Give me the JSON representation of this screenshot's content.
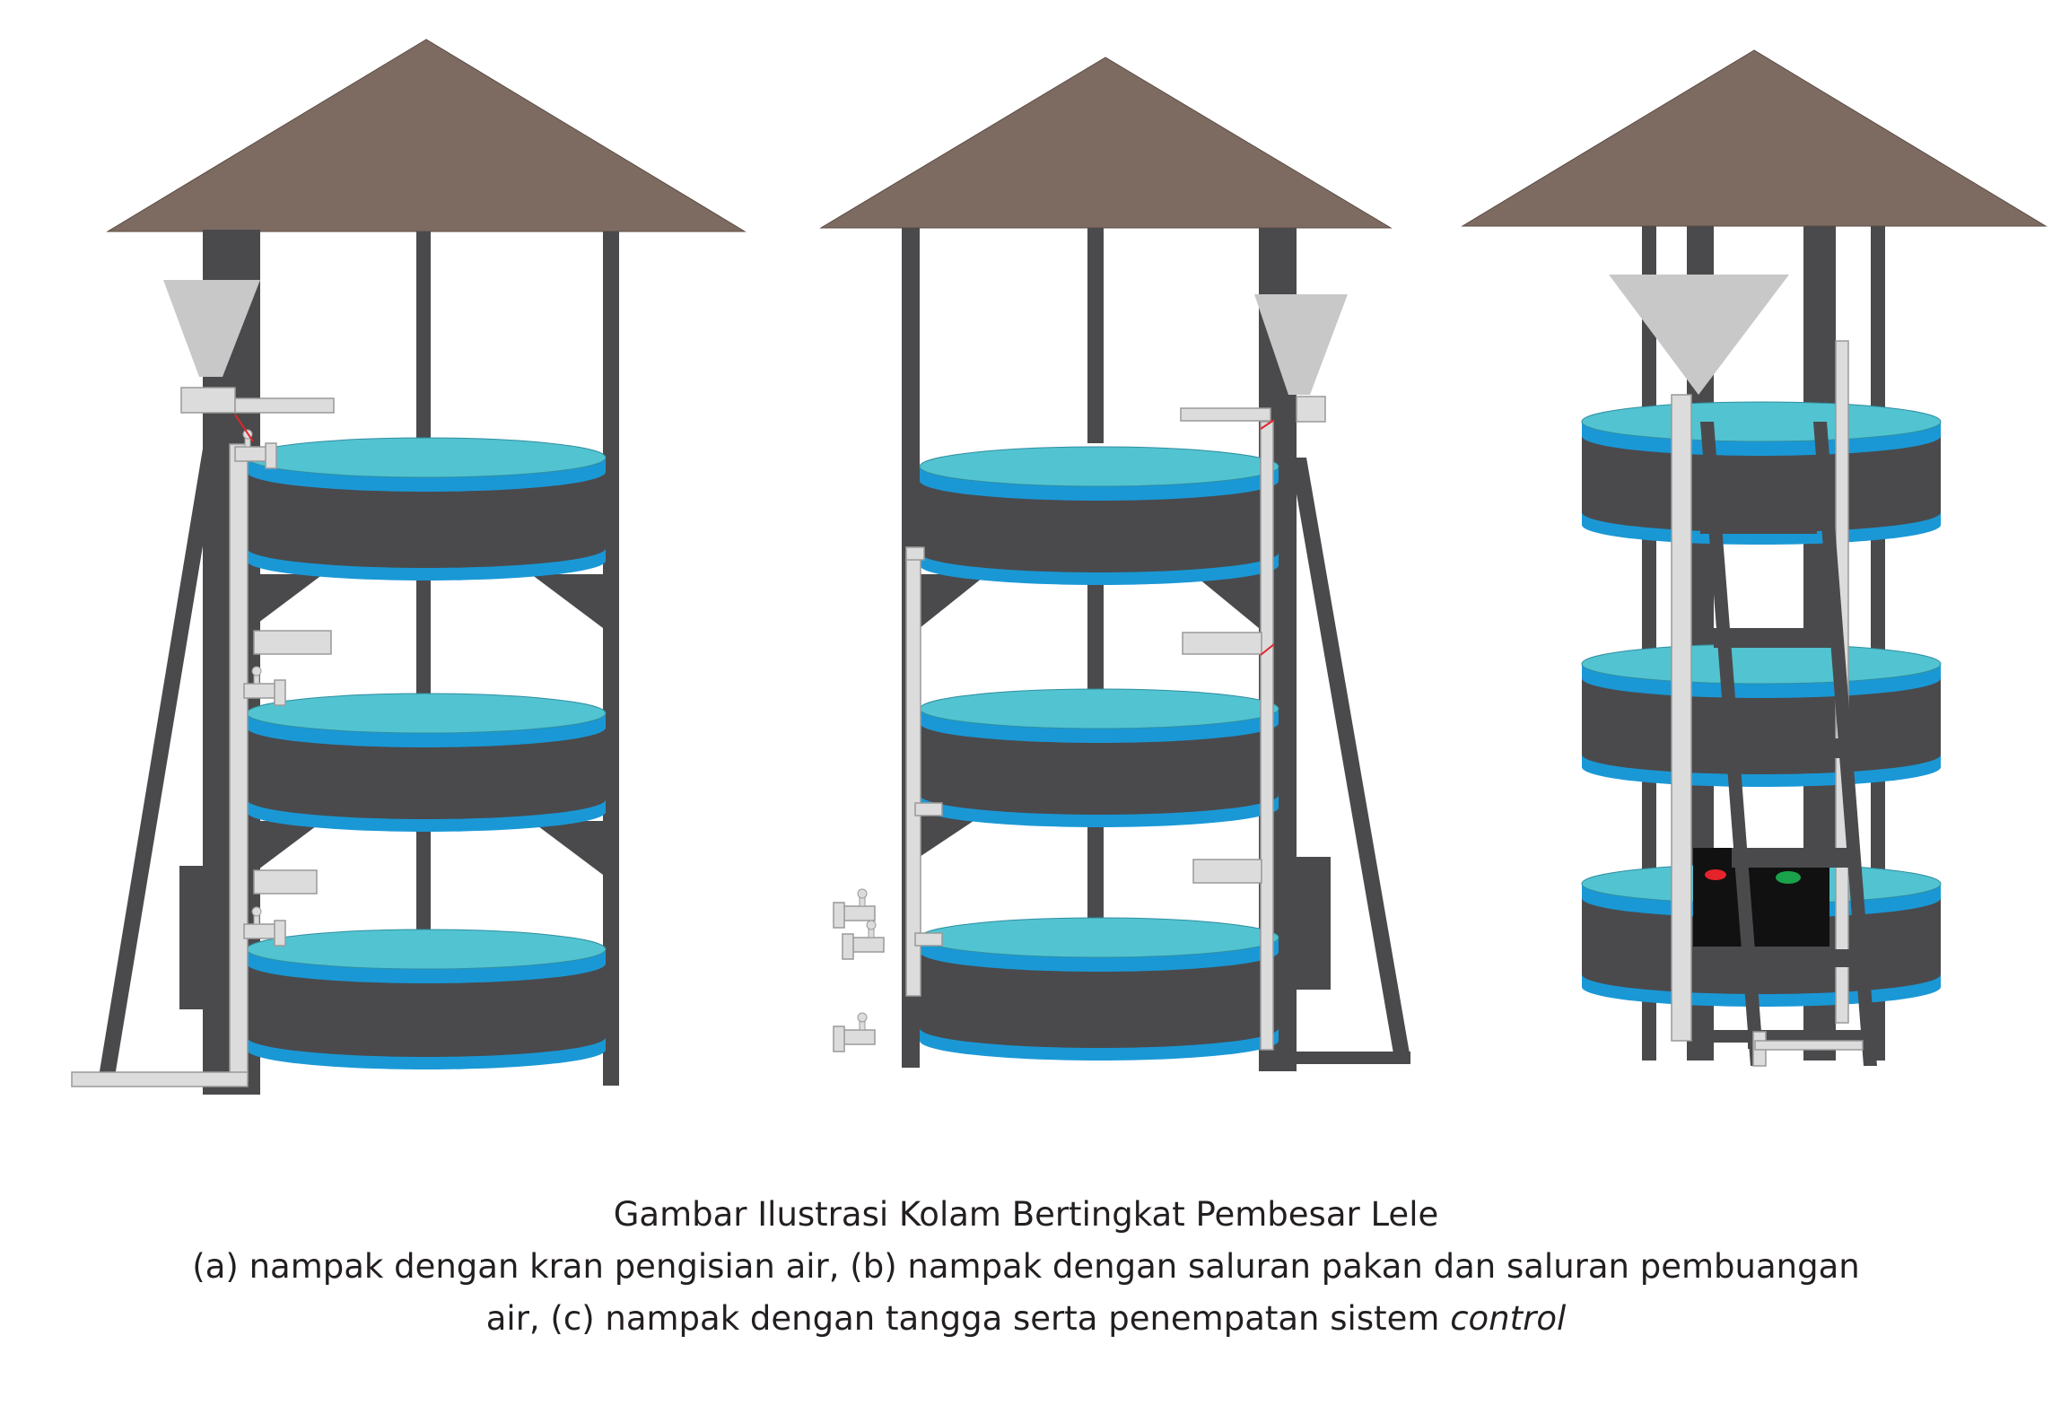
{
  "caption": {
    "title": "Gambar  Ilustrasi Kolam Bertingkat Pembesar Lele",
    "line_a": "(a) nampak dengan kran pengisian air, (b) nampak dengan saluran pakan dan saluran pembuangan",
    "line_b_plain": "air, (c) nampak dengan tangga serta penempatan sistem ",
    "line_b_italic": "control"
  },
  "colors": {
    "roof": "#7d6b61",
    "frame": "#4a4a4c",
    "tank_body": "#4a4a4c",
    "water_top": "#52c3d1",
    "water_band": "#1a98d6",
    "pipe": "#dcdcdc",
    "pipe_edge": "#9a9a9a",
    "funnel": "#c8c8c8",
    "control_box": "#111111",
    "led_red": "#e5232a",
    "led_green": "#1aa34a"
  },
  "icons": [
    "roof",
    "tank-tier",
    "water-pipe",
    "tap",
    "feed-funnel",
    "ladder",
    "control-box"
  ]
}
